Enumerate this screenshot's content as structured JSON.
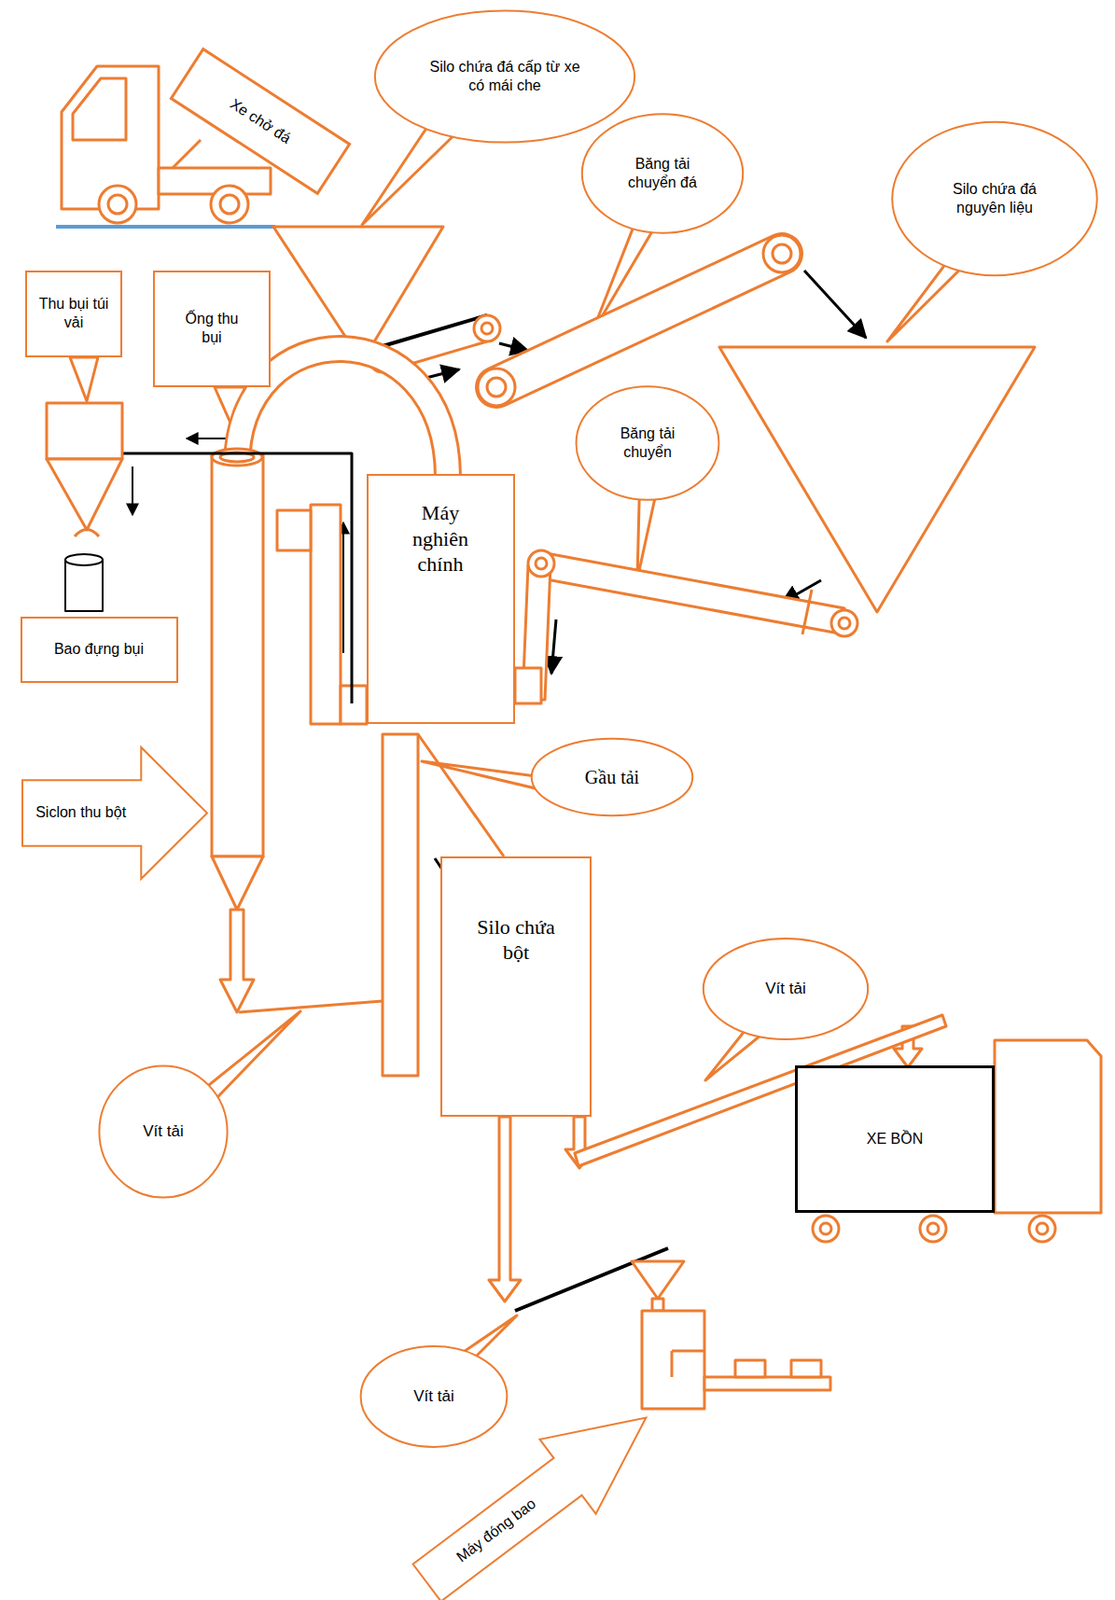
{
  "diagram": {
    "nodes": [
      {
        "text": [
          "Xe chở đá"
        ]
      },
      {
        "text": [
          "Silo chứa đá cấp từ xe có mái che"
        ]
      },
      {
        "text": [
          "Băng tải chuyển đá"
        ]
      },
      {
        "text": [
          "Silo chứa đá nguyên liệu"
        ]
      },
      {
        "text": [
          "Thu bụi túi vải"
        ]
      },
      {
        "text": [
          "Ống thu bụi"
        ]
      },
      {
        "text": [
          "Băng tải chuyển"
        ]
      },
      {
        "text": [
          "Máy nghiên chính"
        ]
      },
      {
        "text": [
          "Bao đựng bụi"
        ]
      },
      {
        "text": [
          "Gầu tải"
        ]
      },
      {
        "text": [
          "Siclon thu bột"
        ]
      },
      {
        "text": [
          "Silo chứa bột"
        ]
      },
      {
        "text": [
          "Vít tải"
        ]
      },
      {
        "text": [
          "XE BỒN"
        ]
      },
      {
        "text": [
          "Vít tải"
        ]
      },
      {
        "text": [
          "Vít tải"
        ]
      },
      {
        "text": [
          "Máy đóng bao"
        ]
      }
    ]
  }
}
